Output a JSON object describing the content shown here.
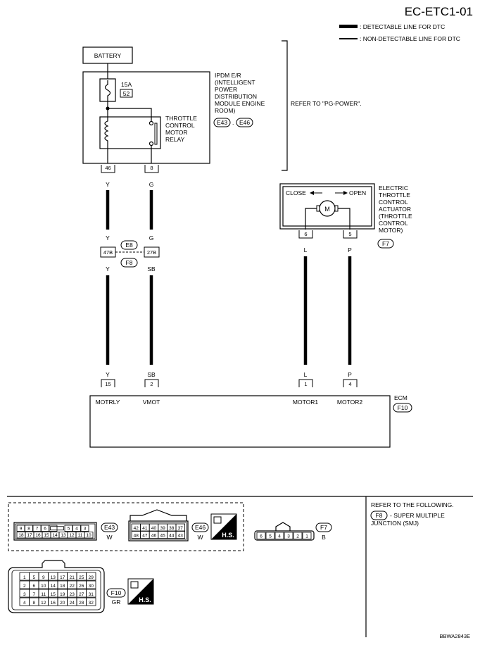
{
  "title": "EC-ETC1-01",
  "legend": {
    "detectable": ": DETECTABLE LINE FOR DTC",
    "non_detectable": ": NON-DETECTABLE LINE FOR DTC"
  },
  "battery": "BATTERY",
  "fuse": {
    "rating": "15A",
    "number": "52"
  },
  "ipdm": {
    "lines": [
      "IPDM E/R",
      "(INTELLIGENT",
      "POWER",
      "DISTRIBUTION",
      "MODULE ENGINE",
      "ROOM)"
    ],
    "connector_a": "E43",
    "separator": ".",
    "connector_b": "E46"
  },
  "relay": {
    "lines": [
      "THROTTLE",
      "CONTROL",
      "MOTOR",
      "RELAY"
    ]
  },
  "refer_power": "REFER TO \"PG-POWER\".",
  "terminals": {
    "ipdm_46": "46",
    "ipdm_8": "8",
    "j_47b": "47B",
    "j_27b": "27B",
    "act_6": "6",
    "act_5": "5",
    "ecm_15": "15",
    "ecm_2": "2",
    "ecm_1": "1",
    "ecm_4": "4"
  },
  "wires": {
    "y_top": "Y",
    "g_top": "G",
    "y_mid": "Y",
    "g_mid": "G",
    "y_low": "Y",
    "sb_low": "SB",
    "y_ecm": "Y",
    "sb_ecm": "SB",
    "l_top": "L",
    "p_top": "P",
    "l_ecm": "L",
    "p_ecm": "P"
  },
  "junction": {
    "upper": "E8",
    "lower": "F8"
  },
  "actuator": {
    "close": "CLOSE",
    "open": "OPEN",
    "motor": "M",
    "lines": [
      "ELECTRIC",
      "THROTTLE",
      "CONTROL",
      "ACTUATOR",
      "(THROTTLE",
      "CONTROL",
      "MOTOR)"
    ],
    "connector": "F7"
  },
  "ecm": {
    "label": "ECM",
    "connector": "F10",
    "pins": [
      "MOTRLY",
      "VMOT",
      "MOTOR1",
      "MOTOR2"
    ]
  },
  "connectors": {
    "e43": {
      "id": "E43",
      "color": "W",
      "top": [
        "9",
        "8",
        "7",
        "6",
        "",
        "5",
        "4",
        "3"
      ],
      "bottom": [
        "18",
        "17",
        "16",
        "15",
        "14",
        "13",
        "12",
        "11",
        "10"
      ]
    },
    "e46": {
      "id": "E46",
      "color": "W",
      "top": [
        "42",
        "41",
        "40",
        "39",
        "38",
        "37"
      ],
      "bottom": [
        "48",
        "47",
        "46",
        "45",
        "44",
        "43"
      ]
    },
    "f7": {
      "id": "F7",
      "color": "B",
      "pins": [
        "6",
        "5",
        "4",
        "3",
        "2",
        "1"
      ]
    },
    "f10": {
      "id": "F10",
      "color": "GR",
      "rows": [
        [
          "1",
          "5",
          "9",
          "13",
          "17",
          "21",
          "25",
          "29"
        ],
        [
          "2",
          "6",
          "10",
          "14",
          "18",
          "22",
          "26",
          "30"
        ],
        [
          "3",
          "7",
          "11",
          "15",
          "19",
          "23",
          "27",
          "31"
        ],
        [
          "4",
          "8",
          "12",
          "16",
          "20",
          "24",
          "28",
          "32"
        ]
      ]
    },
    "hs": "H.S."
  },
  "refer_following": {
    "heading": "REFER TO THE FOLLOWING.",
    "connector": "F8",
    "line1": "- SUPER MULTIPLE",
    "line2": "JUNCTION (SMJ)"
  },
  "figure_code": "BBWA2843E"
}
